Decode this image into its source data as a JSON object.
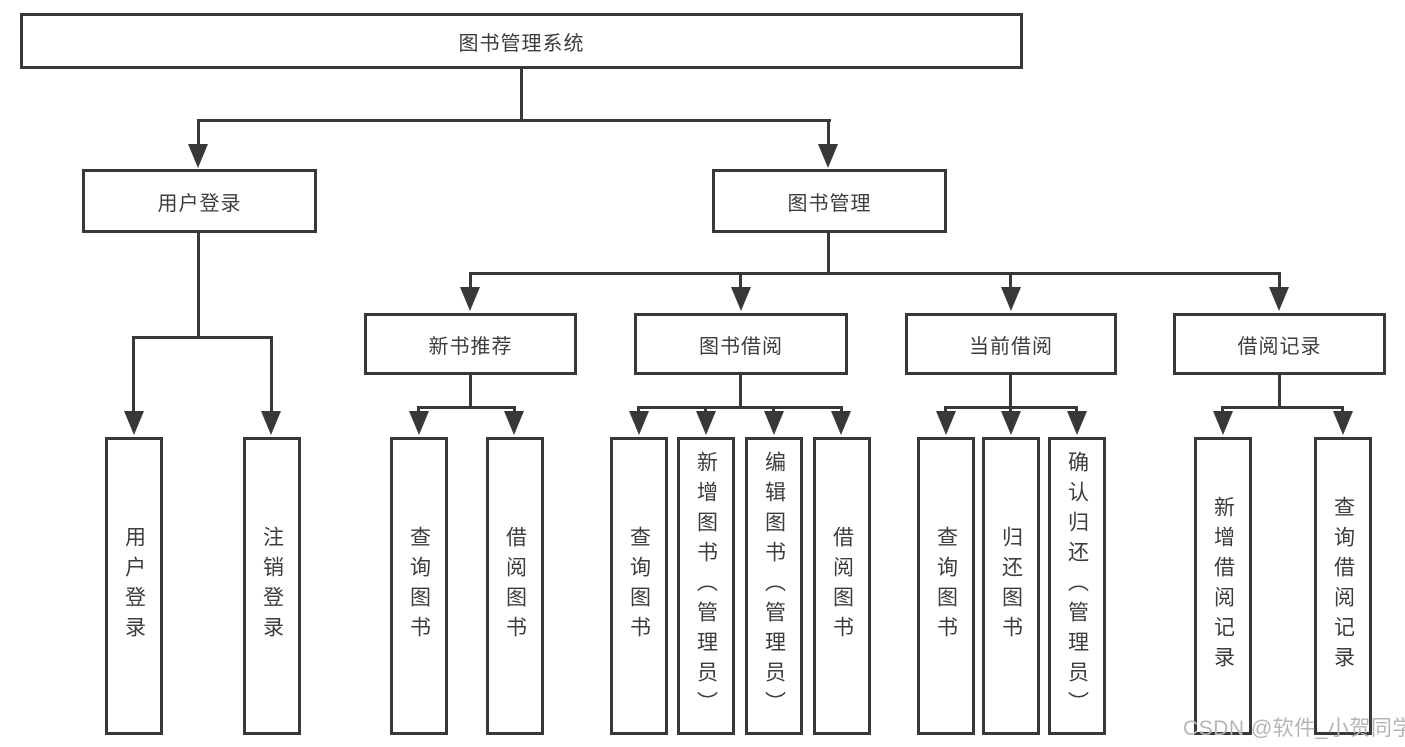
{
  "colors": {
    "line": "#383838",
    "text": "#3d3d3d",
    "watermark": "#b5b5b5",
    "background": "#ffffff"
  },
  "watermark": "CSDN @软件_小贺同学",
  "tree": {
    "root": "图书管理系统",
    "login_branch": {
      "label": "用户登录",
      "children": [
        "用户登录",
        "注销登录"
      ]
    },
    "mgmt_branch": {
      "label": "图书管理",
      "groups": [
        {
          "label": "新书推荐",
          "children": [
            "查询图书",
            "借阅图书"
          ]
        },
        {
          "label": "图书借阅",
          "children": [
            "查询图书",
            "新增图书（管理员）",
            "编辑图书（管理员）",
            "借阅图书"
          ]
        },
        {
          "label": "当前借阅",
          "children": [
            "查询图书",
            "归还图书",
            "确认归还（管理员）"
          ]
        },
        {
          "label": "借阅记录",
          "children": [
            "新增借阅记录",
            "查询借阅记录"
          ]
        }
      ]
    }
  }
}
